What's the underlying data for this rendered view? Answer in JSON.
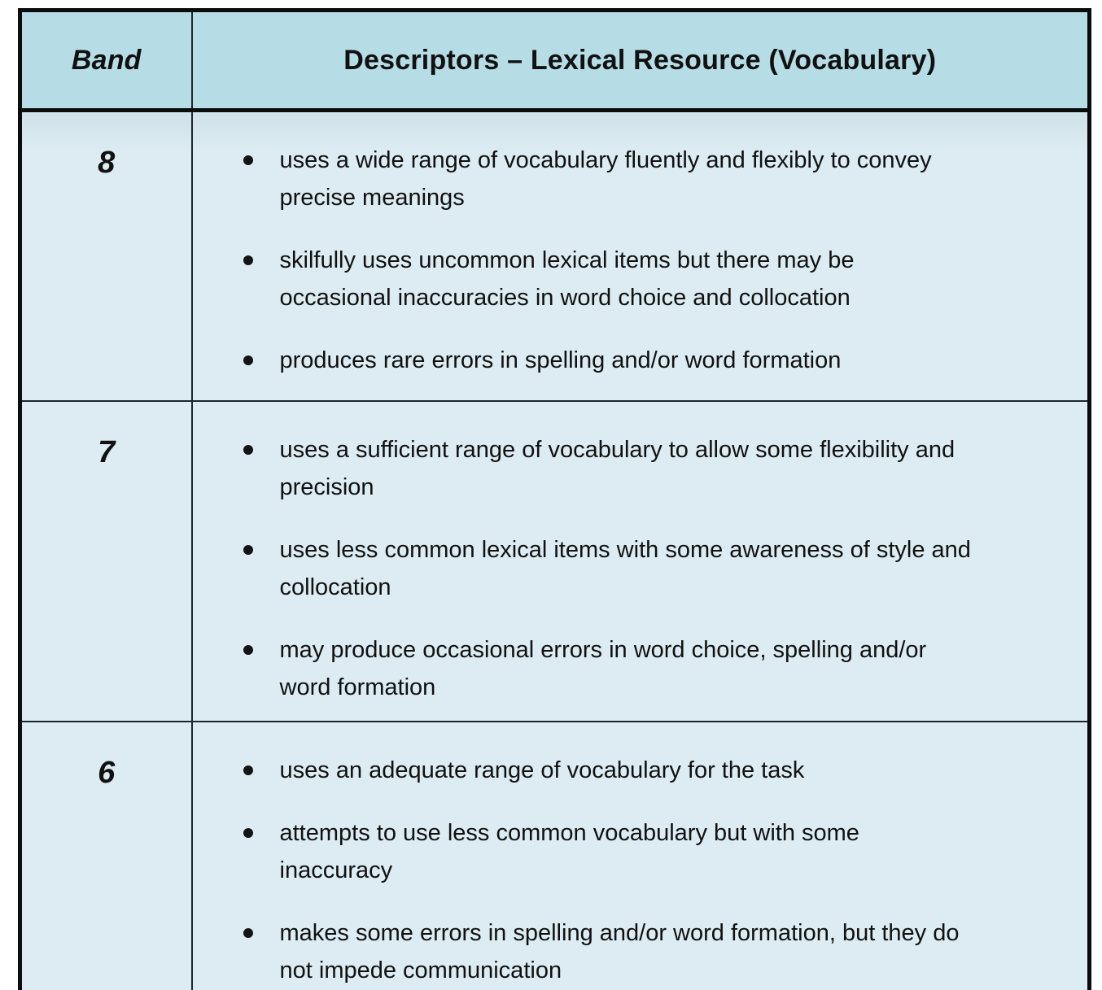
{
  "table": {
    "header": {
      "band_label": "Band",
      "descriptors_label": "Descriptors – Lexical Resource (Vocabulary)"
    },
    "rows": [
      {
        "band": "8",
        "bullets": [
          "uses a wide range of vocabulary fluently and flexibly to convey\nprecise meanings",
          "skilfully uses uncommon lexical items but there may be\noccasional inaccuracies in word choice and collocation",
          "produces rare errors in spelling and/or word formation"
        ]
      },
      {
        "band": "7",
        "bullets": [
          "uses a sufficient range of vocabulary to allow some flexibility and\nprecision",
          "uses less common lexical items with some awareness of style and\ncollocation",
          "may produce occasional errors in word choice, spelling and/or\nword formation"
        ]
      },
      {
        "band": "6",
        "bullets": [
          "uses an adequate range of vocabulary for the task",
          "attempts to use less common vocabulary but with some\ninaccuracy",
          "makes some errors in spelling and/or word formation, but they do\nnot impede communication"
        ]
      }
    ],
    "colors": {
      "header_bg": "#b6dce6",
      "body_bg": "#dcecf2",
      "outer_border": "#0c0c0c",
      "inner_border": "#1c262c",
      "text": "#111111"
    }
  }
}
